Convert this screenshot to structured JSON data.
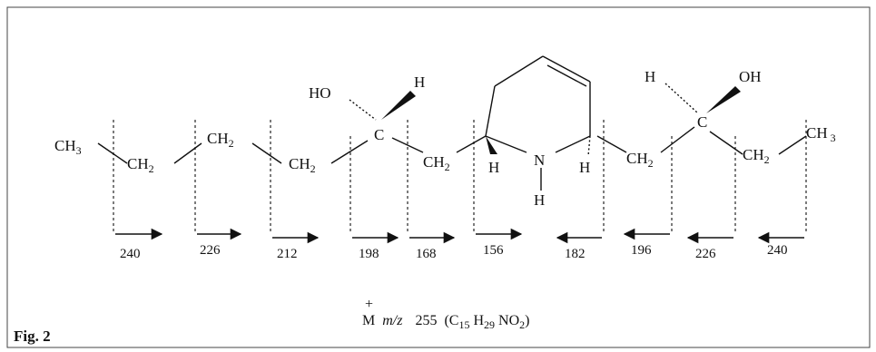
{
  "figure_label": "Fig. 2",
  "molecule": {
    "ch3_left": "CH",
    "ch3_left_sub": "3",
    "ch2": "CH",
    "ch2_sub": "2",
    "ch3_right": "CH",
    "ch3_right_sub": " 3",
    "c": "C",
    "h": "H",
    "n": "N",
    "oh_left": "HO",
    "oh_right": "OH"
  },
  "fragments_left": [
    "240",
    "226",
    "212",
    "198",
    "168",
    "156"
  ],
  "fragments_right": [
    "182",
    "196",
    "226",
    "240"
  ],
  "ion": {
    "plus": "+",
    "m": "M",
    "mz": "m/z",
    "value": "255",
    "formula_open": "(C",
    "c_sub": "15",
    "h": " H",
    "h_sub": "29",
    "n": " NO",
    "o_sub": "2",
    "close": ")"
  }
}
